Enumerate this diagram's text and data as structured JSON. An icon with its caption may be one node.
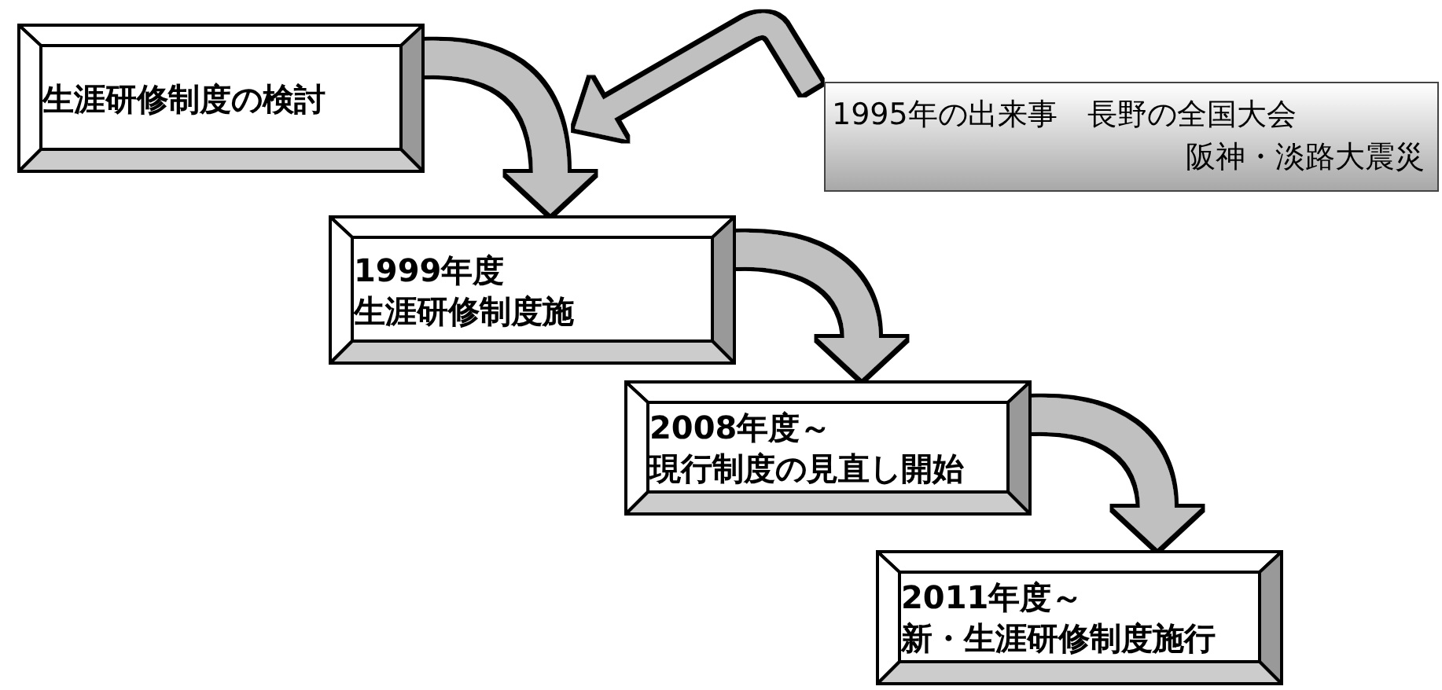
{
  "diagram": {
    "nodes": [
      {
        "text": [
          "生涯研修制度の検討"
        ]
      },
      {
        "text": [
          "1999年度",
          "生涯研修制度施"
        ]
      },
      {
        "text": [
          "2008年度～",
          "現行制度の見直し開始"
        ]
      },
      {
        "text": [
          "2011年度～",
          "新・生涯研修制度施行"
        ]
      },
      {
        "text": [
          "1995年の出来事　長野の全国大会",
          "阪神・淡路大震災"
        ]
      }
    ],
    "edges": [
      {
        "from": 0,
        "to": 1,
        "arrow": "to"
      },
      {
        "from": 1,
        "to": 2,
        "arrow": "to"
      },
      {
        "from": 2,
        "to": 3,
        "arrow": "to"
      },
      {
        "from": 4,
        "to": null,
        "arrow": "to"
      }
    ]
  }
}
